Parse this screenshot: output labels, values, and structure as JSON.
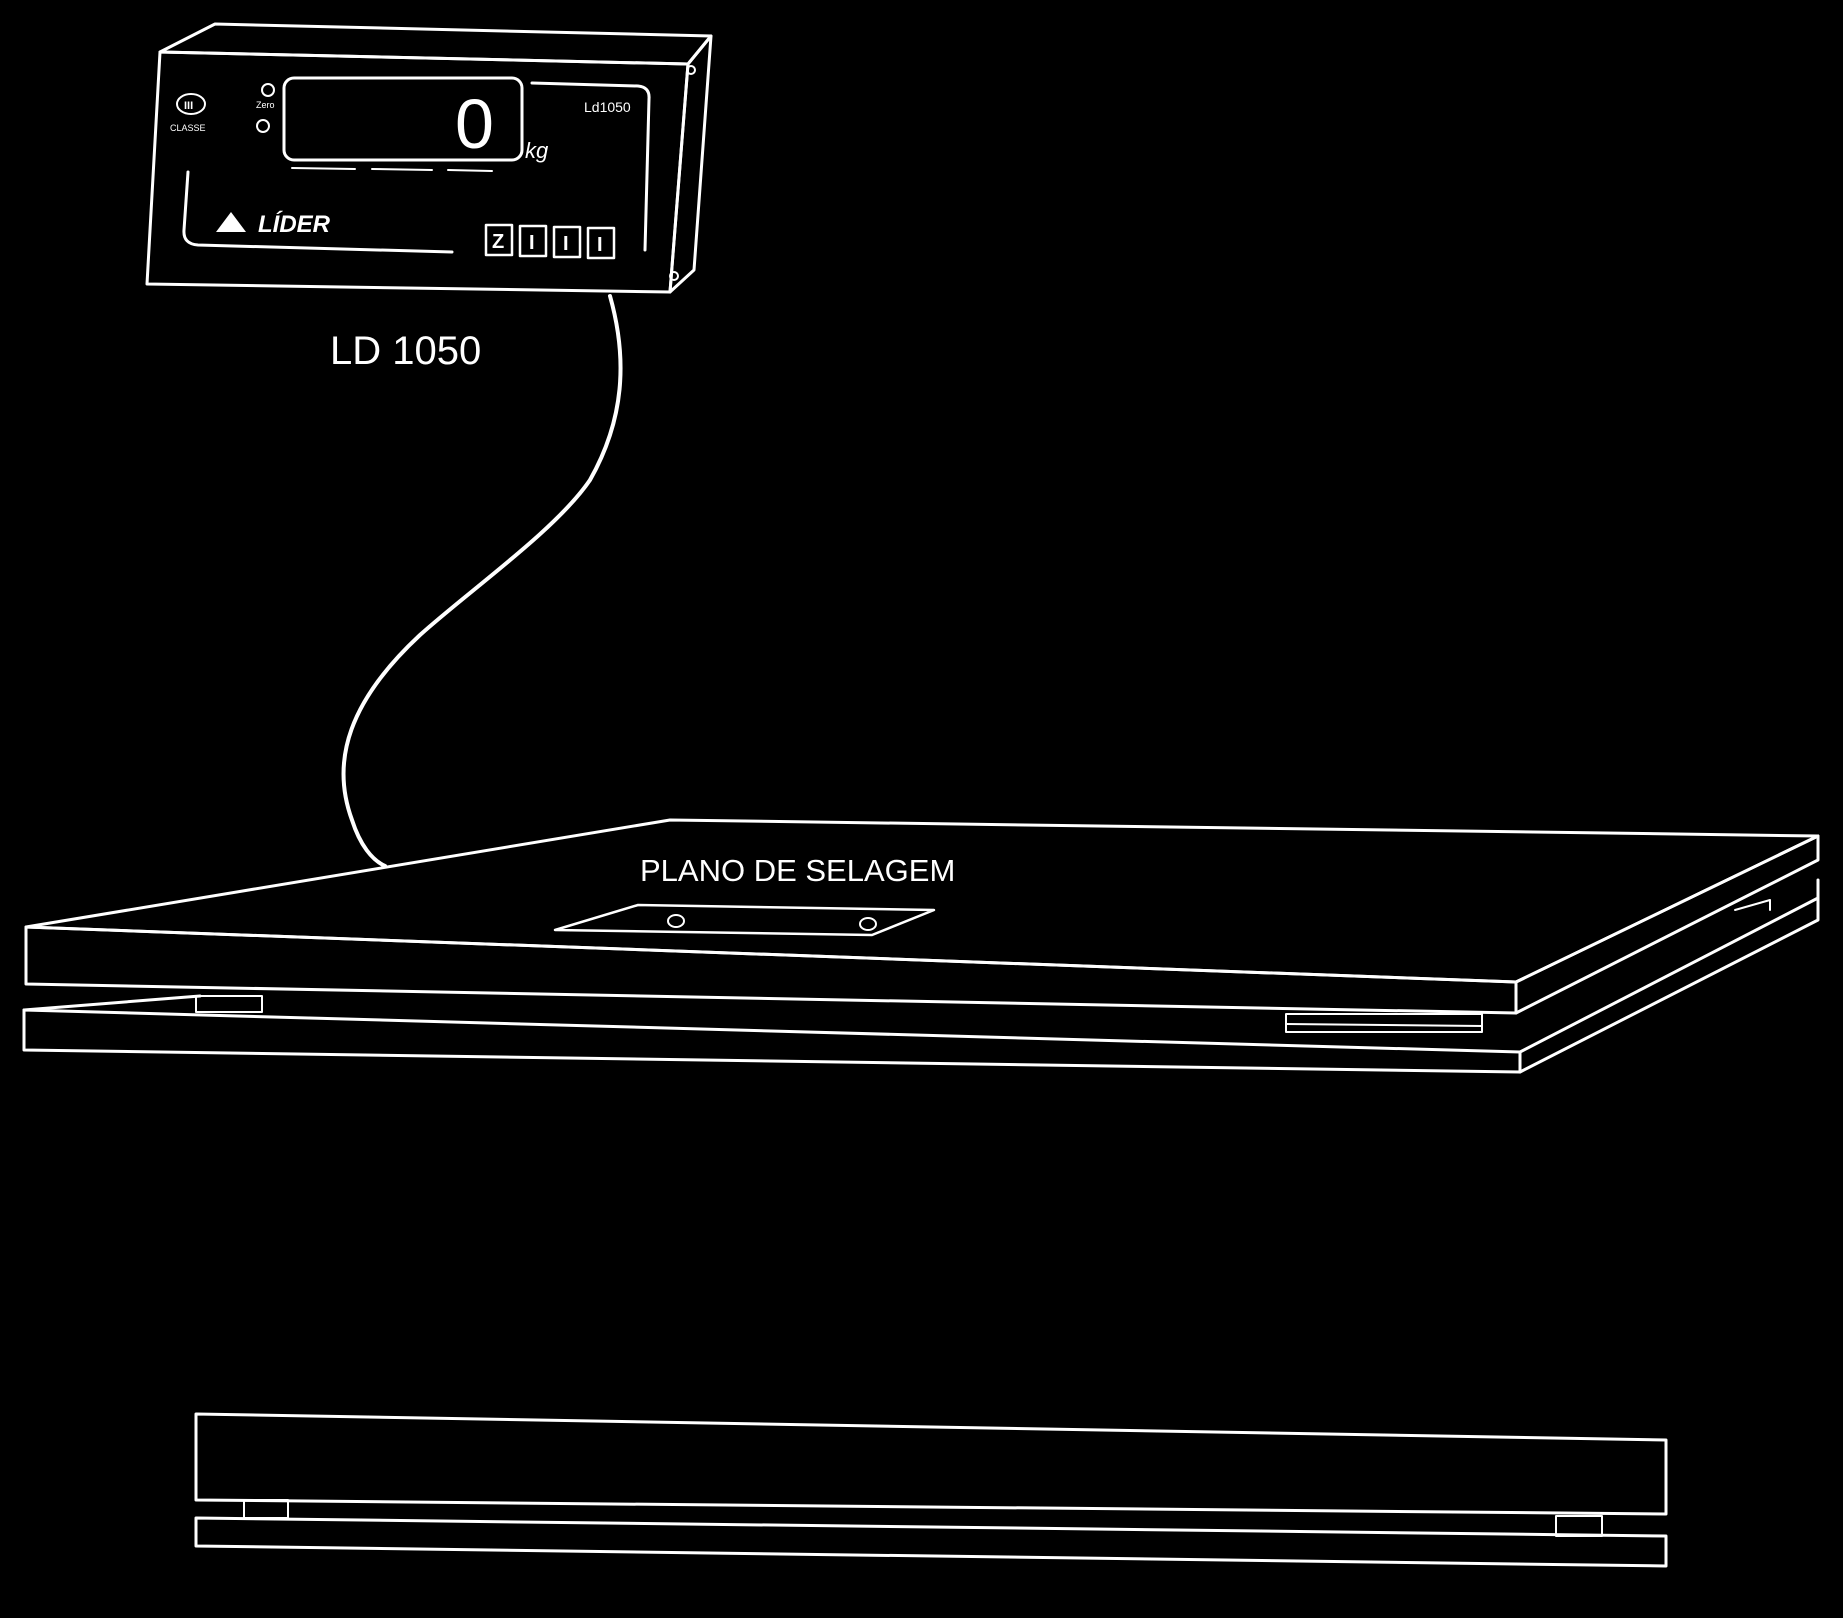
{
  "diagram": {
    "labels": {
      "indicator_model": "LD 1050",
      "sealing_plane": "PLANO DE SELAGEM"
    },
    "indicator": {
      "display_value": "0",
      "unit": "kg",
      "model_badge": "Ld1050",
      "brand": "LÍDER",
      "class_mark": "III",
      "class_label": "CLASSE",
      "zero_label": "Zero",
      "key_labels": [
        "Z",
        "I",
        "I",
        "I"
      ]
    }
  }
}
